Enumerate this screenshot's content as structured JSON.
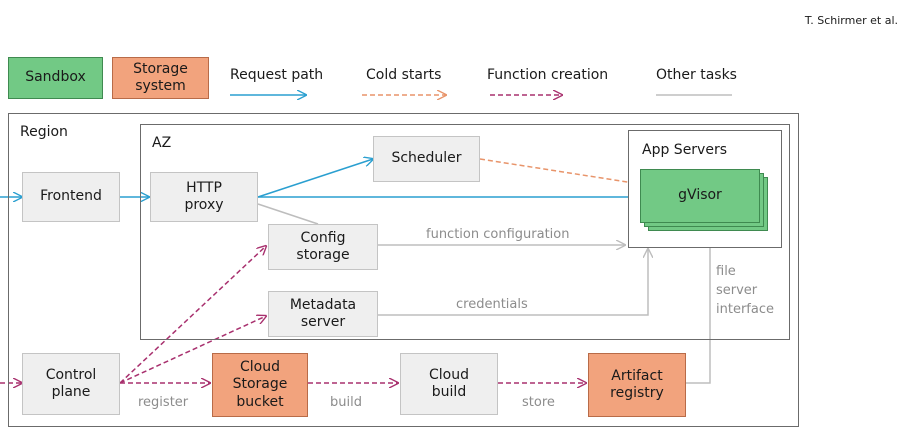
{
  "header": {
    "author": "T. Schirmer et al."
  },
  "legend": {
    "sandbox": "Sandbox",
    "storage": "Storage\nsystem",
    "request_path": "Request path",
    "cold_starts": "Cold starts",
    "function_creation": "Function creation",
    "other_tasks": "Other tasks"
  },
  "regions": {
    "region": "Region",
    "az": "AZ",
    "app_servers": "App Servers"
  },
  "nodes": {
    "frontend": "Frontend",
    "http_proxy": "HTTP\nproxy",
    "scheduler": "Scheduler",
    "config_storage": "Config\nstorage",
    "metadata_server": "Metadata\nserver",
    "gvisor": "gVisor",
    "control_plane": "Control\nplane",
    "cloud_storage_bucket": "Cloud\nStorage\nbucket",
    "cloud_build": "Cloud\nbuild",
    "artifact_registry": "Artifact\nregistry"
  },
  "edge_labels": {
    "function_configuration": "function configuration",
    "credentials": "credentials",
    "file_server_interface": "file\nserver\ninterface",
    "register": "register",
    "build": "build",
    "store": "store"
  },
  "colors": {
    "request": "#2a9fd0",
    "cold": "#e8946a",
    "creation": "#a8306e",
    "other": "#bdbdbd",
    "sandbox": "#72c985",
    "storage": "#f2a37d"
  }
}
